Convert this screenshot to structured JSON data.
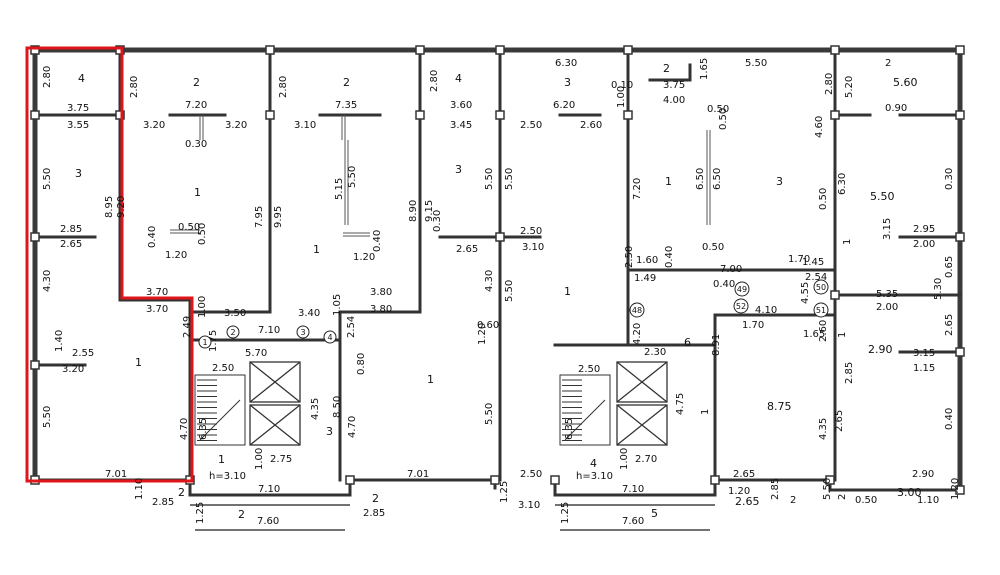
{
  "drawing_labels": [
    {
      "id": "d1",
      "text": "4"
    },
    {
      "id": "d2",
      "text": "2.80"
    },
    {
      "id": "d3",
      "text": "3.75"
    },
    {
      "id": "d4",
      "text": "3.55"
    },
    {
      "id": "d5",
      "text": "3"
    },
    {
      "id": "d6",
      "text": "5.50"
    },
    {
      "id": "d7",
      "text": "2.85"
    },
    {
      "id": "d8",
      "text": "2.65"
    },
    {
      "id": "d9",
      "text": "9.20"
    },
    {
      "id": "d10",
      "text": "8.95"
    },
    {
      "id": "d11",
      "text": "4.30"
    },
    {
      "id": "d12",
      "text": "1.40"
    },
    {
      "id": "d13",
      "text": "2.55"
    },
    {
      "id": "d14",
      "text": "3.20"
    },
    {
      "id": "d15",
      "text": "1"
    },
    {
      "id": "d16",
      "text": "5.50"
    },
    {
      "id": "d17",
      "text": "7.01"
    },
    {
      "id": "d18",
      "text": "1.10"
    },
    {
      "id": "d19",
      "text": "2.85"
    },
    {
      "id": "d20",
      "text": "2"
    },
    {
      "id": "d21",
      "text": "2"
    },
    {
      "id": "d22",
      "text": "2.80"
    },
    {
      "id": "d23",
      "text": "7.20"
    },
    {
      "id": "d24",
      "text": "3.20"
    },
    {
      "id": "d25",
      "text": "3.20"
    },
    {
      "id": "d26",
      "text": "0.30"
    },
    {
      "id": "d27",
      "text": "1"
    },
    {
      "id": "d28",
      "text": "0.50"
    },
    {
      "id": "d29",
      "text": "0.40"
    },
    {
      "id": "d30",
      "text": "1.20"
    },
    {
      "id": "d31",
      "text": "0.50"
    },
    {
      "id": "d32",
      "text": "3.70"
    },
    {
      "id": "d33",
      "text": "3.70"
    },
    {
      "id": "d34",
      "text": "1.00"
    },
    {
      "id": "d35",
      "text": "3.50"
    },
    {
      "id": "d36",
      "text": "1.75"
    },
    {
      "id": "d37",
      "text": "2"
    },
    {
      "id": "d38",
      "text": "7.95"
    },
    {
      "id": "d39",
      "text": "9.95"
    },
    {
      "id": "d40",
      "text": "2"
    },
    {
      "id": "d41",
      "text": "2.80"
    },
    {
      "id": "d42",
      "text": "7.35"
    },
    {
      "id": "d43",
      "text": "3.10"
    },
    {
      "id": "d44",
      "text": "5.50"
    },
    {
      "id": "d45",
      "text": "5.15"
    },
    {
      "id": "d46",
      "text": "1"
    },
    {
      "id": "d47",
      "text": "0.40"
    },
    {
      "id": "d48",
      "text": "1.20"
    },
    {
      "id": "d49",
      "text": "7.10"
    },
    {
      "id": "d50",
      "text": "3.40"
    },
    {
      "id": "d51",
      "text": "2.54"
    },
    {
      "id": "d52",
      "text": "1.05"
    },
    {
      "id": "d53",
      "text": "2.49"
    },
    {
      "id": "d54",
      "text": "5.70"
    },
    {
      "id": "d55",
      "text": "2.50"
    },
    {
      "id": "d56",
      "text": "4.35"
    },
    {
      "id": "d57",
      "text": "3"
    },
    {
      "id": "d58",
      "text": "1.00"
    },
    {
      "id": "d59",
      "text": "2.75"
    },
    {
      "id": "d60",
      "text": "h=3.10"
    },
    {
      "id": "d61",
      "text": "1"
    },
    {
      "id": "d62",
      "text": "4.70"
    },
    {
      "id": "d63",
      "text": "4.70"
    },
    {
      "id": "d64",
      "text": "6.35"
    },
    {
      "id": "d65",
      "text": "7.10"
    },
    {
      "id": "d66",
      "text": "1.25"
    },
    {
      "id": "d67",
      "text": "2"
    },
    {
      "id": "d68",
      "text": "7.60"
    },
    {
      "id": "d69",
      "text": "4"
    },
    {
      "id": "d70",
      "text": "2.80"
    },
    {
      "id": "d71",
      "text": "3.60"
    },
    {
      "id": "d72",
      "text": "3.45"
    },
    {
      "id": "d73",
      "text": "3"
    },
    {
      "id": "d74",
      "text": "8.90"
    },
    {
      "id": "d75",
      "text": "9.15"
    },
    {
      "id": "d76",
      "text": "0.30"
    },
    {
      "id": "d77",
      "text": "2.65"
    },
    {
      "id": "d78",
      "text": "3.80"
    },
    {
      "id": "d79",
      "text": "3.80"
    },
    {
      "id": "d80",
      "text": "0.80"
    },
    {
      "id": "d81",
      "text": "8.50"
    },
    {
      "id": "d82",
      "text": "1"
    },
    {
      "id": "d83",
      "text": "7.01"
    },
    {
      "id": "d84",
      "text": "2"
    },
    {
      "id": "d85",
      "text": "2.85"
    },
    {
      "id": "d86",
      "text": "5.50"
    },
    {
      "id": "d87",
      "text": "5.50"
    },
    {
      "id": "d88",
      "text": "4.30"
    },
    {
      "id": "d89",
      "text": "5.50"
    },
    {
      "id": "d90",
      "text": "0.60"
    },
    {
      "id": "d91",
      "text": "1.20"
    },
    {
      "id": "d92",
      "text": "5.50"
    },
    {
      "id": "d93",
      "text": "1.25"
    },
    {
      "id": "d94",
      "text": "3.10"
    },
    {
      "id": "d95",
      "text": "2.50"
    },
    {
      "id": "d96",
      "text": "6.30"
    },
    {
      "id": "d97",
      "text": "3"
    },
    {
      "id": "d98",
      "text": "6.20"
    },
    {
      "id": "d99",
      "text": "2.50"
    },
    {
      "id": "d100",
      "text": "2.60"
    },
    {
      "id": "d101",
      "text": "2.50"
    },
    {
      "id": "d102",
      "text": "3.10"
    },
    {
      "id": "d103",
      "text": "1"
    },
    {
      "id": "d104",
      "text": "0.10"
    },
    {
      "id": "d105",
      "text": "2"
    },
    {
      "id": "d106",
      "text": "3.75"
    },
    {
      "id": "d107",
      "text": "4.00"
    },
    {
      "id": "d108",
      "text": "1.65"
    },
    {
      "id": "d109",
      "text": "1.00"
    },
    {
      "id": "d110",
      "text": "7.20"
    },
    {
      "id": "d111",
      "text": "1.60"
    },
    {
      "id": "d112",
      "text": "0.40"
    },
    {
      "id": "d113",
      "text": "1.49"
    },
    {
      "id": "d114",
      "text": "4.20"
    },
    {
      "id": "d115",
      "text": "2.30"
    },
    {
      "id": "d116",
      "text": "6"
    },
    {
      "id": "d117",
      "text": "2.50"
    },
    {
      "id": "d118",
      "text": "4.75"
    },
    {
      "id": "d119",
      "text": "6.35"
    },
    {
      "id": "d120",
      "text": "1.00"
    },
    {
      "id": "d121",
      "text": "2.70"
    },
    {
      "id": "d122",
      "text": "4"
    },
    {
      "id": "d123",
      "text": "h=3.10"
    },
    {
      "id": "d124",
      "text": "7.10"
    },
    {
      "id": "d125",
      "text": "1.25"
    },
    {
      "id": "d126",
      "text": "5"
    },
    {
      "id": "d127",
      "text": "7.60"
    },
    {
      "id": "d128",
      "text": "5.50"
    },
    {
      "id": "d129",
      "text": "0.50"
    },
    {
      "id": "d130",
      "text": "0.50"
    },
    {
      "id": "d131",
      "text": "1"
    },
    {
      "id": "d132",
      "text": "6.50"
    },
    {
      "id": "d133",
      "text": "0.50"
    },
    {
      "id": "d134",
      "text": "3"
    },
    {
      "id": "d135",
      "text": "6.50"
    },
    {
      "id": "d136",
      "text": "7.00"
    },
    {
      "id": "d137",
      "text": "0.40"
    },
    {
      "id": "d138",
      "text": "1.70"
    },
    {
      "id": "d139",
      "text": "1.45"
    },
    {
      "id": "d140",
      "text": "2.54"
    },
    {
      "id": "d141",
      "text": "4.55"
    },
    {
      "id": "d142",
      "text": "4.10"
    },
    {
      "id": "d143",
      "text": "1.70"
    },
    {
      "id": "d144",
      "text": "1.65"
    },
    {
      "id": "d145",
      "text": "8.91"
    },
    {
      "id": "d146",
      "text": "1"
    },
    {
      "id": "d147",
      "text": "8.75"
    },
    {
      "id": "d148",
      "text": "4.35"
    },
    {
      "id": "d149",
      "text": "2.65"
    },
    {
      "id": "d150",
      "text": "2.65"
    },
    {
      "id": "d151",
      "text": "1.20"
    },
    {
      "id": "d152",
      "text": "2.85"
    },
    {
      "id": "d153",
      "text": "2"
    },
    {
      "id": "d154",
      "text": "2.65"
    },
    {
      "id": "d155",
      "text": "2.60"
    },
    {
      "id": "d156",
      "text": "2.80"
    },
    {
      "id": "d157",
      "text": "5.20"
    },
    {
      "id": "d158",
      "text": "2"
    },
    {
      "id": "d159",
      "text": "5.60"
    },
    {
      "id": "d160",
      "text": "0.90"
    },
    {
      "id": "d161",
      "text": "4.60"
    },
    {
      "id": "d162",
      "text": "6.30"
    },
    {
      "id": "d163",
      "text": "0.50"
    },
    {
      "id": "d164",
      "text": "1"
    },
    {
      "id": "d165",
      "text": "5.50"
    },
    {
      "id": "d166",
      "text": "0.30"
    },
    {
      "id": "d167",
      "text": "3.15"
    },
    {
      "id": "d168",
      "text": "2.95"
    },
    {
      "id": "d169",
      "text": "2.00"
    },
    {
      "id": "d170",
      "text": "0.65"
    },
    {
      "id": "d171",
      "text": "5.30"
    },
    {
      "id": "d172",
      "text": "5.35"
    },
    {
      "id": "d173",
      "text": "2.00"
    },
    {
      "id": "d174",
      "text": "2.65"
    },
    {
      "id": "d175",
      "text": "1"
    },
    {
      "id": "d176",
      "text": "2.90"
    },
    {
      "id": "d177",
      "text": "3.15"
    },
    {
      "id": "d178",
      "text": "1.15"
    },
    {
      "id": "d179",
      "text": "2.85"
    },
    {
      "id": "d180",
      "text": "2.90"
    },
    {
      "id": "d181",
      "text": "0.50"
    },
    {
      "id": "d182",
      "text": "2"
    },
    {
      "id": "d183",
      "text": "3.00"
    },
    {
      "id": "d184",
      "text": "1.10"
    },
    {
      "id": "d185",
      "text": "1.20"
    },
    {
      "id": "d186",
      "text": "5.50"
    },
    {
      "id": "d187",
      "text": "0.40"
    },
    {
      "id": "d188",
      "text": "2.50"
    }
  ],
  "circle_markers": [
    {
      "id": "c1",
      "text": "1"
    },
    {
      "id": "c2",
      "text": "2"
    },
    {
      "id": "c3",
      "text": "3"
    },
    {
      "id": "c4",
      "text": "4"
    },
    {
      "id": "c5",
      "text": "48"
    },
    {
      "id": "c6",
      "text": "49"
    },
    {
      "id": "c7",
      "text": "50"
    },
    {
      "id": "c8",
      "text": "51"
    },
    {
      "id": "c9",
      "text": "52"
    }
  ],
  "colors": {
    "walls": "#333333",
    "highlight": "#e0141b",
    "background": "#ffffff"
  }
}
